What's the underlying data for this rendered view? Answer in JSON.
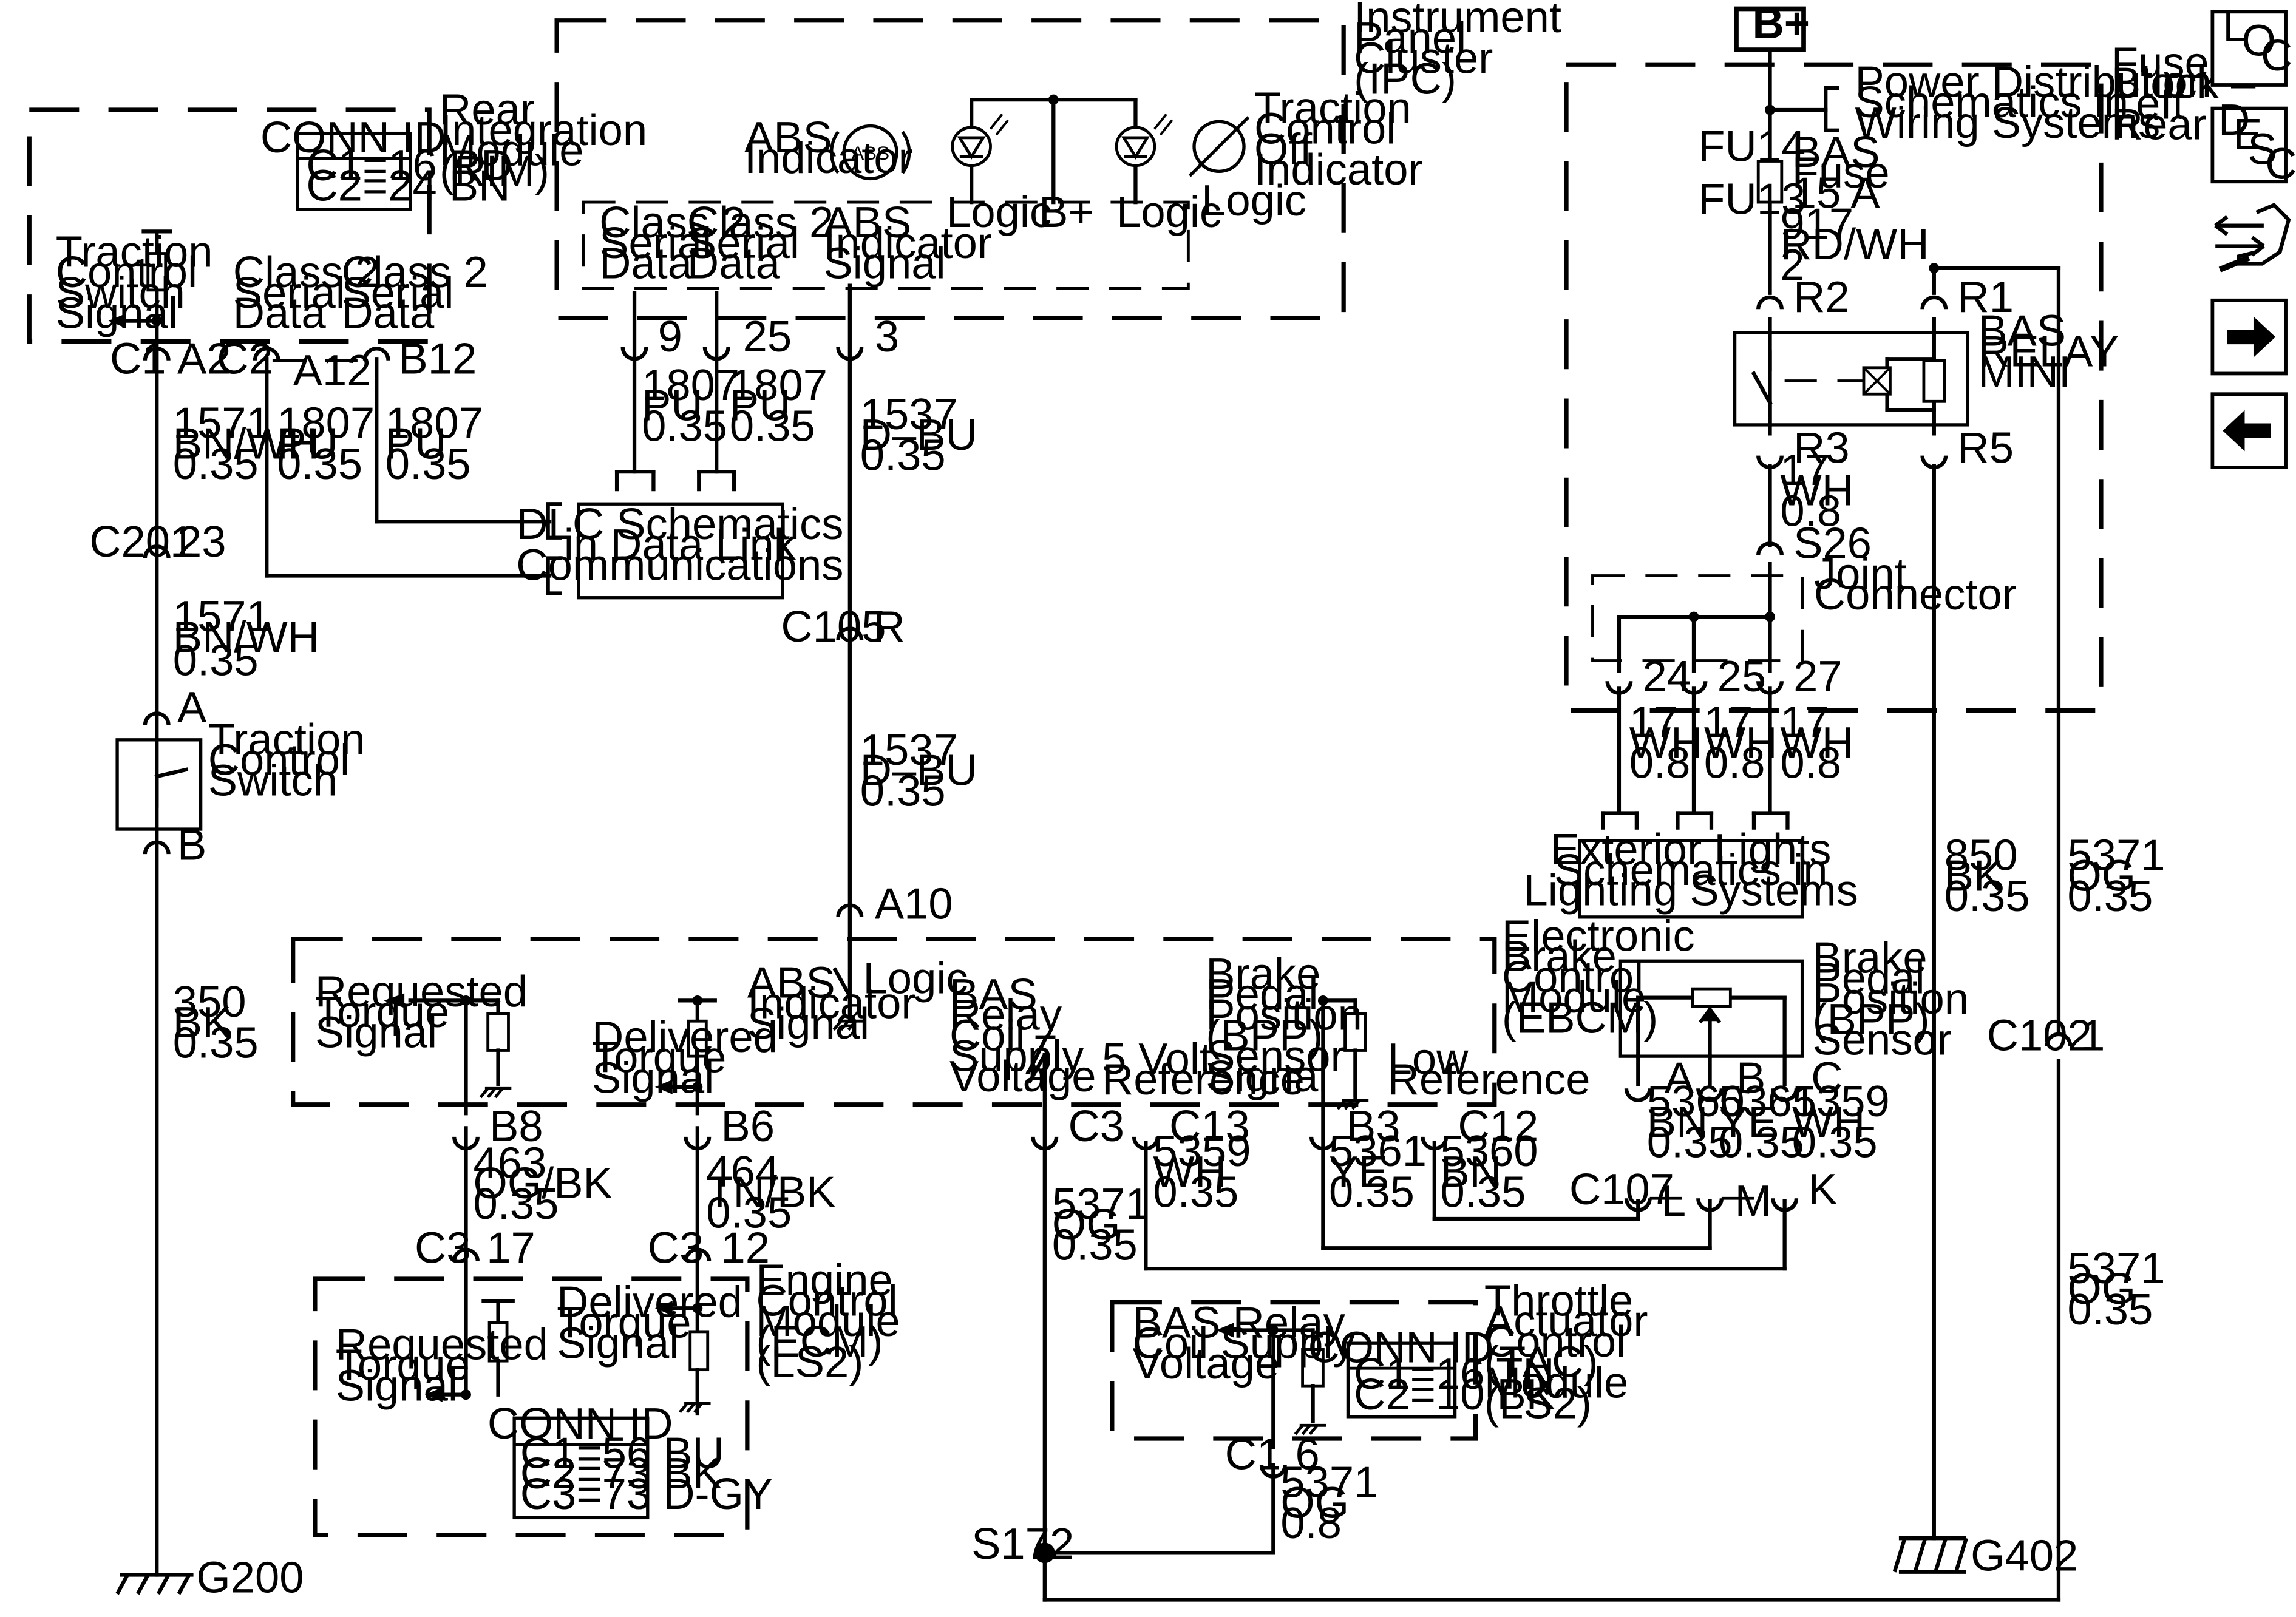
{
  "modules": {
    "rim": {
      "name": [
        "Rear",
        "Integration",
        "Module",
        "(RIM)"
      ],
      "conn_title": "CONN ID",
      "conn": [
        "C1=16 RD",
        "C2=24 BN"
      ]
    },
    "ipc": {
      "name": [
        "Instrument",
        "Panel",
        "Cluster",
        "(IPC)"
      ]
    },
    "ebcm": {
      "name": [
        "Electronic",
        "Brake",
        "Control",
        "Module",
        "(EBCM)"
      ]
    },
    "ecm": {
      "name": [
        "Engine",
        "Control",
        "Module",
        "(ECM)",
        "(LS2)"
      ],
      "conn_title": "CONN ID",
      "conn": [
        "C1=56 BU",
        "C2=73 BK",
        "C3=73 D-GY"
      ]
    },
    "tac": {
      "name": [
        "Throttle",
        "Actuator",
        "Control",
        "(TAC)",
        "Module",
        "(LS2)"
      ],
      "conn_title": "CONN ID",
      "conn": [
        "C1=16 TN",
        "C2=10 BK"
      ]
    },
    "fuse_block": {
      "name": [
        "Fuse",
        "Block –",
        "Left",
        "Rear"
      ]
    },
    "bpp_sensor": {
      "name": [
        "Brake",
        "Pedal",
        "Position",
        "(BPP)",
        "Sensor"
      ]
    }
  },
  "labels": {
    "tc_switch_signal": [
      "Traction",
      "Control",
      "Switch",
      "Signal"
    ],
    "class2_a": [
      "Class 2",
      "Serial",
      "Data"
    ],
    "abs_indicator": [
      "ABS",
      "Indicator"
    ],
    "abs_symbol": "ABS",
    "tc_off_indicator": [
      "Traction",
      "Control",
      "Off",
      "Indicator"
    ],
    "abs_indicator_signal": [
      "ABS",
      "Indicator",
      "Signal"
    ],
    "logic": "Logic",
    "bplus": "B+",
    "dlc": [
      "DLC Schematics",
      "in Data Link",
      "Communications"
    ],
    "tc_switch": [
      "Traction",
      "Control",
      "Switch"
    ],
    "requested_torque": [
      "Requested",
      "Torque",
      "Signal"
    ],
    "delivered_torque": [
      "Delivered",
      "Torque",
      "Signal"
    ],
    "bas_relay_coil": [
      "BAS",
      "Relay",
      "Coil",
      "Supply",
      "Voltage"
    ],
    "five_volt_ref": [
      "5 Volt",
      "Reference"
    ],
    "bpp_signal": [
      "Brake",
      "Pedal",
      "Position",
      "(BPP)",
      "Sensor",
      "Signal"
    ],
    "low_ref": [
      "Low",
      "Reference"
    ],
    "bas_relay_coil_tac": [
      "BAS Relay",
      "Coil Supply",
      "Voltage"
    ],
    "power_dist": [
      "Power Distribution",
      "Schematics in",
      "Wiring Systems"
    ],
    "bas_fuse": [
      "BAS",
      "Fuse",
      "15 A"
    ],
    "bas_relay": [
      "BAS",
      "RELAY",
      "MINI"
    ],
    "joint_connector": [
      "Joint",
      "Connector"
    ],
    "exterior_lights": [
      "Exterior Lights",
      "Schematics in",
      "Lighting Systems"
    ],
    "fu14": "FU14",
    "fu13": "FU13"
  },
  "wires": {
    "w1571": [
      "1571",
      "BN/WH",
      "0.35"
    ],
    "w1807": [
      "1807",
      "PU",
      "0.35"
    ],
    "w1537": [
      "1537",
      "D–BU",
      "0.35"
    ],
    "w350": [
      "350",
      "BK",
      "0.35"
    ],
    "w463": [
      "463",
      "OG/BK",
      "0.35"
    ],
    "w464": [
      "464",
      "TN/BK",
      "0.35"
    ],
    "w5371_035": [
      "5371",
      "OG",
      "0.35"
    ],
    "w5371_08": [
      "5371",
      "OG",
      "0.8"
    ],
    "w5359": [
      "5359",
      "WH",
      "0.35"
    ],
    "w5361": [
      "5361",
      "YE",
      "0.35"
    ],
    "w5360": [
      "5360",
      "BN",
      "0.35"
    ],
    "w917": [
      "917",
      "RD/WH",
      "2"
    ],
    "w17": [
      "17",
      "WH",
      "0.8"
    ],
    "w850": [
      "850",
      "BK",
      "0.35"
    ]
  },
  "connectors": {
    "c1": "C1",
    "a2": "A2",
    "c2": "C2",
    "a12": "A12",
    "b12": "B12",
    "c201": "C201",
    "p23": "23",
    "a": "A",
    "b": "B",
    "p9": "9",
    "p25": "25",
    "p3": "3",
    "c105": "C105",
    "r": "R",
    "a10": "A10",
    "b8": "B8",
    "b6": "B6",
    "c3": "C3",
    "c13": "C13",
    "b3": "B3",
    "c12": "C12",
    "p17": "17",
    "p12": "12",
    "c107": "C107",
    "l": "L",
    "m": "M",
    "k": "K",
    "pa": "A",
    "pb": "B",
    "pc": "C",
    "p6": "6",
    "c102": "C102",
    "p1": "1",
    "r2": "R2",
    "r1": "R1",
    "r3": "R3",
    "r5": "R5",
    "s26": "S26",
    "p24": "24",
    "p25b": "25",
    "p27": "27",
    "s172": "S172"
  },
  "grounds": {
    "g200": "G200",
    "g402": "G402"
  },
  "power": {
    "bplus": "B+"
  },
  "sidebar": {
    "loc": [
      "L",
      "O",
      "C"
    ],
    "desc": [
      "D",
      "E",
      "S",
      "C"
    ]
  }
}
